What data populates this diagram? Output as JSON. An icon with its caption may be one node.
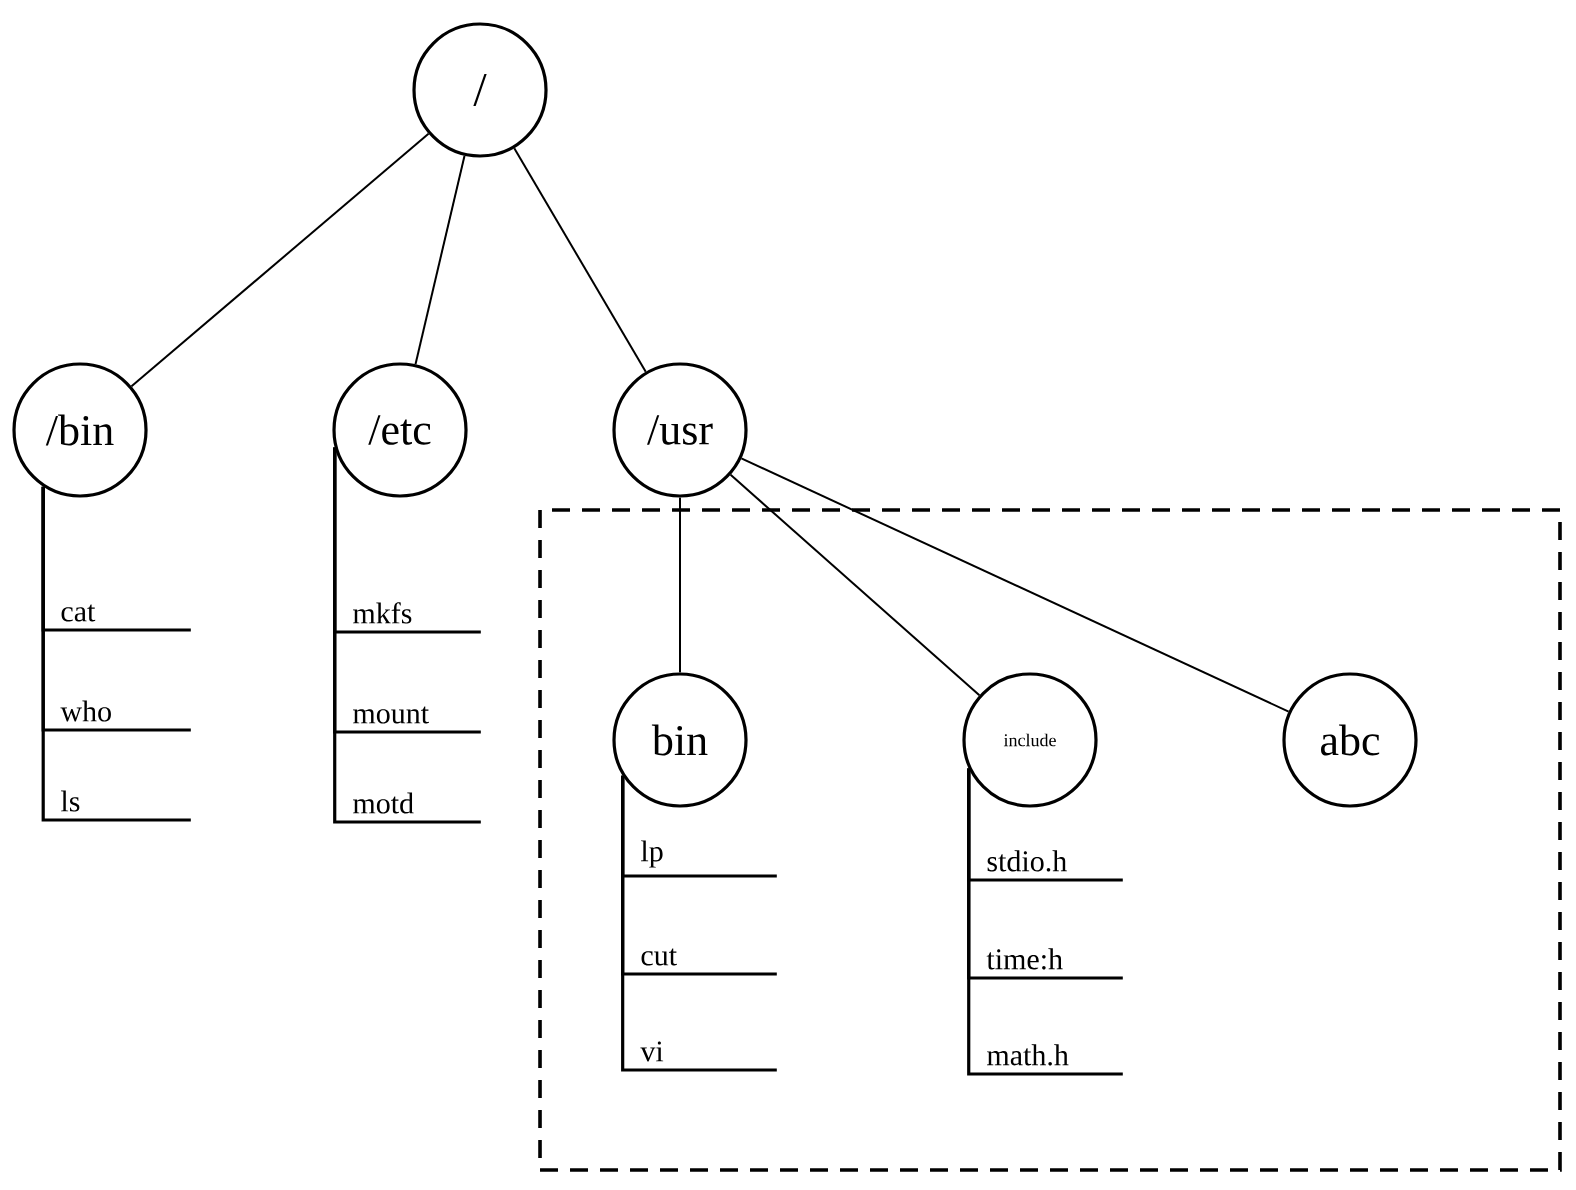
{
  "diagram": {
    "nodes": [
      {
        "text": [
          "/"
        ]
      },
      {
        "text": [
          "/bin"
        ]
      },
      {
        "text": [
          "/etc"
        ]
      },
      {
        "text": [
          "/usr"
        ]
      },
      {
        "text": [
          "cat"
        ]
      },
      {
        "text": [
          "who"
        ]
      },
      {
        "text": [
          "ls"
        ]
      },
      {
        "text": [
          "mkfs"
        ]
      },
      {
        "text": [
          "mount"
        ]
      },
      {
        "text": [
          "motd"
        ]
      },
      {
        "text": [],
        "shape": "box"
      },
      {
        "text": [
          "bin"
        ],
        "in": 10
      },
      {
        "text": [
          "include"
        ],
        "in": 10
      },
      {
        "text": [
          "abc"
        ],
        "in": 10
      },
      {
        "text": [
          "lp"
        ],
        "in": 10
      },
      {
        "text": [
          "cut"
        ],
        "in": 10
      },
      {
        "text": [
          "vi"
        ],
        "in": 10
      },
      {
        "text": [
          "stdio.h"
        ],
        "in": 10
      },
      {
        "text": [
          "time:h"
        ],
        "in": 10
      },
      {
        "text": [
          "math.h"
        ],
        "in": 10
      }
    ],
    "edges": [
      {
        "from": 0,
        "to": 1,
        "arrow": "none"
      },
      {
        "from": 0,
        "to": 2,
        "arrow": "none"
      },
      {
        "from": 0,
        "to": 3,
        "arrow": "none"
      },
      {
        "from": 1,
        "to": 4,
        "arrow": "none"
      },
      {
        "from": 1,
        "to": 5,
        "arrow": "none"
      },
      {
        "from": 1,
        "to": 6,
        "arrow": "none"
      },
      {
        "from": 2,
        "to": 7,
        "arrow": "none"
      },
      {
        "from": 2,
        "to": 8,
        "arrow": "none"
      },
      {
        "from": 2,
        "to": 9,
        "arrow": "none"
      },
      {
        "from": 3,
        "to": 11,
        "arrow": "none"
      },
      {
        "from": 3,
        "to": 12,
        "arrow": "none"
      },
      {
        "from": 3,
        "to": 13,
        "arrow": "none"
      },
      {
        "from": 11,
        "to": 14,
        "arrow": "none"
      },
      {
        "from": 11,
        "to": 15,
        "arrow": "none"
      },
      {
        "from": 11,
        "to": 16,
        "arrow": "none"
      },
      {
        "from": 12,
        "to": 17,
        "arrow": "none"
      },
      {
        "from": 12,
        "to": 18,
        "arrow": "none"
      },
      {
        "from": 12,
        "to": 19,
        "arrow": "none"
      }
    ]
  }
}
